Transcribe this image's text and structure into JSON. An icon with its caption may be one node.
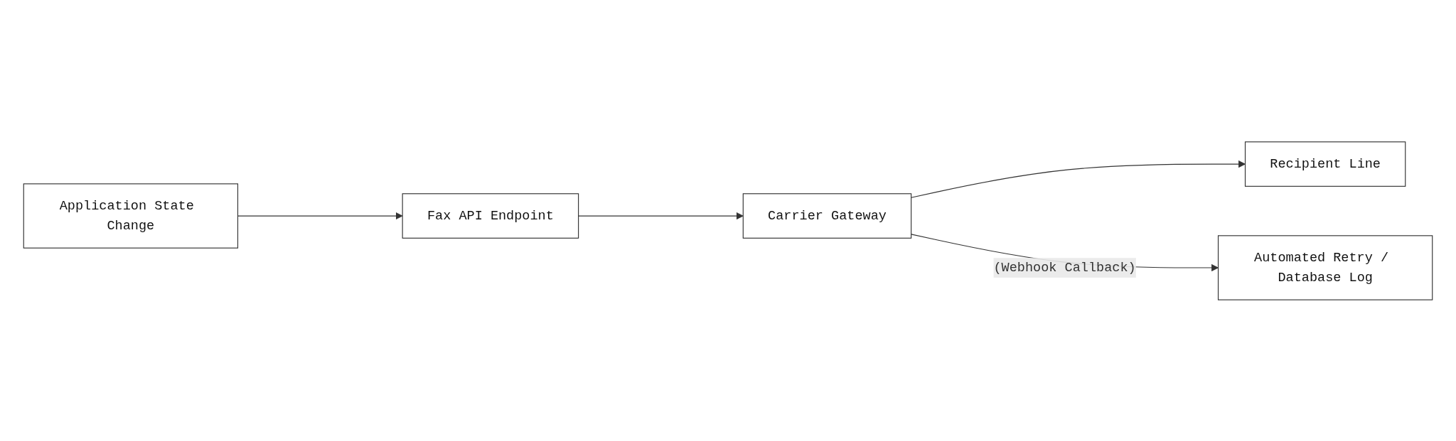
{
  "diagram": {
    "nodes": [
      {
        "text": [
          "Application State Change"
        ]
      },
      {
        "text": [
          "Fax API Endpoint"
        ]
      },
      {
        "text": [
          "Carrier Gateway"
        ]
      },
      {
        "text": [
          "Recipient Line"
        ]
      },
      {
        "text": [
          "Automated Retry / Database Log"
        ]
      }
    ],
    "edges": [
      {
        "from": 0,
        "to": 1,
        "arrow": "to"
      },
      {
        "from": 1,
        "to": 2,
        "arrow": "to"
      },
      {
        "from": 2,
        "to": 3,
        "arrow": "to"
      },
      {
        "from": 2,
        "to": 4,
        "arrow": "to",
        "label": "(Webhook Callback)"
      }
    ]
  }
}
